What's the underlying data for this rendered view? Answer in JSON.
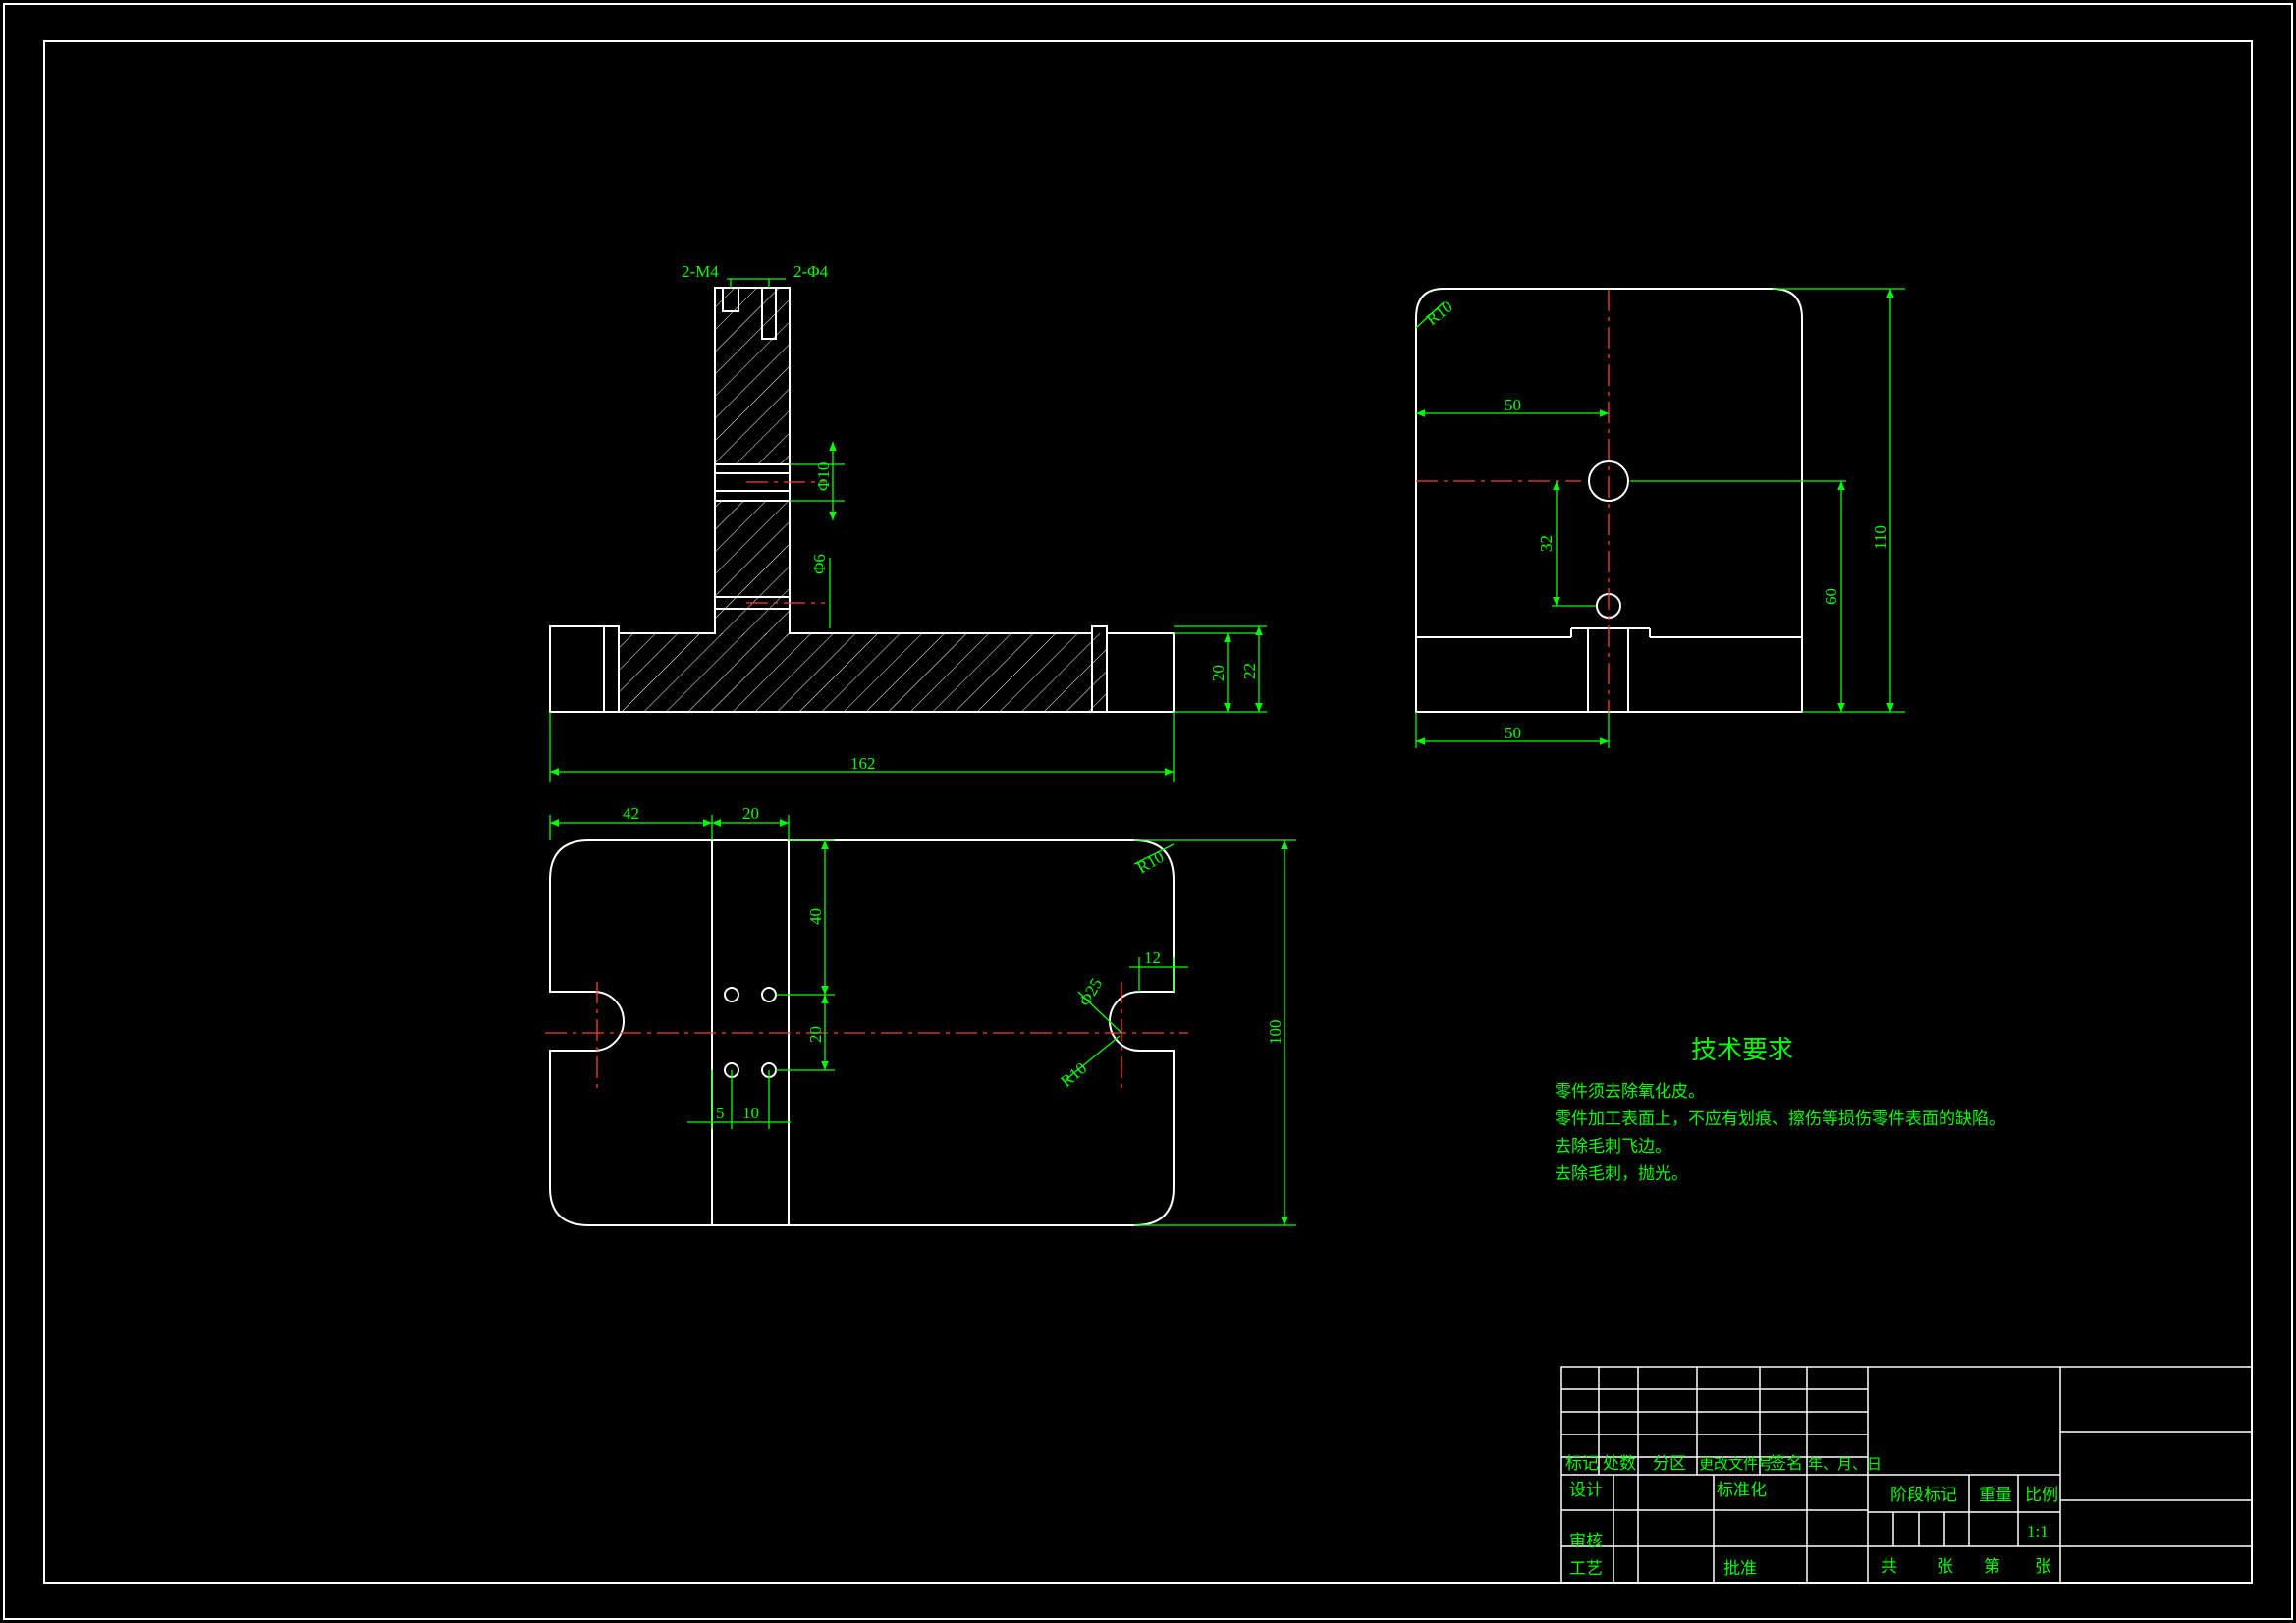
{
  "colors": {
    "background": "#000000",
    "outline": "#ffffff",
    "dimension": "#00ff00",
    "centerline": "#ff3b3b"
  },
  "section_view": {
    "callout_thread": "2-M4",
    "callout_hole": "2-Φ4",
    "dim_bore": "Φ10",
    "dim_small_bore": "Φ6",
    "dim_height_20": "20",
    "dim_height_22": "22",
    "dim_length": "162"
  },
  "side_view": {
    "radius": "R10",
    "dim_horizontal_top": "50",
    "dim_vertical_32": "32",
    "dim_vertical_60": "60",
    "dim_height_110": "110",
    "dim_horizontal_bottom": "50"
  },
  "top_view": {
    "dim_42": "42",
    "dim_20_top": "20",
    "dim_40": "40",
    "dim_20_side": "20",
    "dim_5": "5",
    "dim_10": "10",
    "dim_12": "12",
    "dim_phi": "Φ25",
    "dim_r10_slot": "R10",
    "dim_r10_corner": "R10",
    "dim_100": "100"
  },
  "tech_requirements": {
    "title": "技术要求",
    "items": [
      "零件须去除氧化皮。",
      "零件加工表面上，不应有划痕、擦伤等损伤零件表面的缺陷。",
      "去除毛刺飞边。",
      "去除毛刺，抛光。"
    ]
  },
  "title_block": {
    "col_mark": "标记",
    "col_count": "处数",
    "col_zone": "分区",
    "col_doc": "更改文件号",
    "col_sign": "签名",
    "col_date": "年、月、日",
    "design": "设计",
    "standardize": "标准化",
    "review": "审核",
    "process": "工艺",
    "approve": "批准",
    "stage_mark": "阶段标记",
    "weight": "重量",
    "scale": "比例",
    "scale_value": "1:1",
    "total": "共",
    "sheet_unit_1": "张",
    "sheet_no": "第",
    "sheet_unit_2": "张"
  }
}
